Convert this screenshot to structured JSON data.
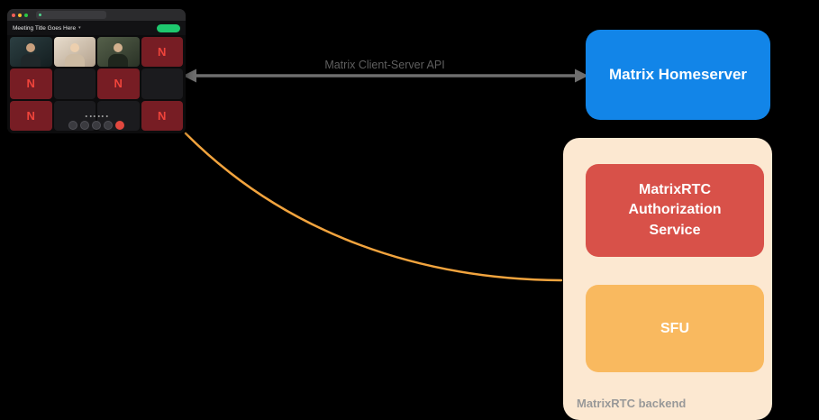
{
  "diagram": {
    "arrow_label": "Matrix Client-Server API",
    "homeserver": {
      "label": "Matrix Homeserver"
    },
    "auth_service": {
      "label": "MatrixRTC Authorization Service"
    },
    "sfu": {
      "label": "SFU"
    },
    "backend_group": {
      "label": "MatrixRTC backend"
    }
  },
  "call_window": {
    "title": "Meeting Title Goes Here",
    "avatar_letter": "N",
    "tiles": [
      "photo",
      "photo",
      "photo",
      "avatar-N",
      "avatar-N",
      "empty",
      "avatar-N",
      "empty",
      "avatar-N",
      "empty",
      "empty",
      "avatar-N"
    ]
  },
  "colors": {
    "background": "#000000",
    "homeserver_blue": "#1285e8",
    "auth_red": "#d85149",
    "sfu_orange": "#f9b95f",
    "group_peach": "#fce8d1",
    "curve_orange": "#f2a43e",
    "arrow_gray": "#6e6e6e",
    "label_gray": "#5f5f5f",
    "backend_label_gray": "#999999"
  }
}
